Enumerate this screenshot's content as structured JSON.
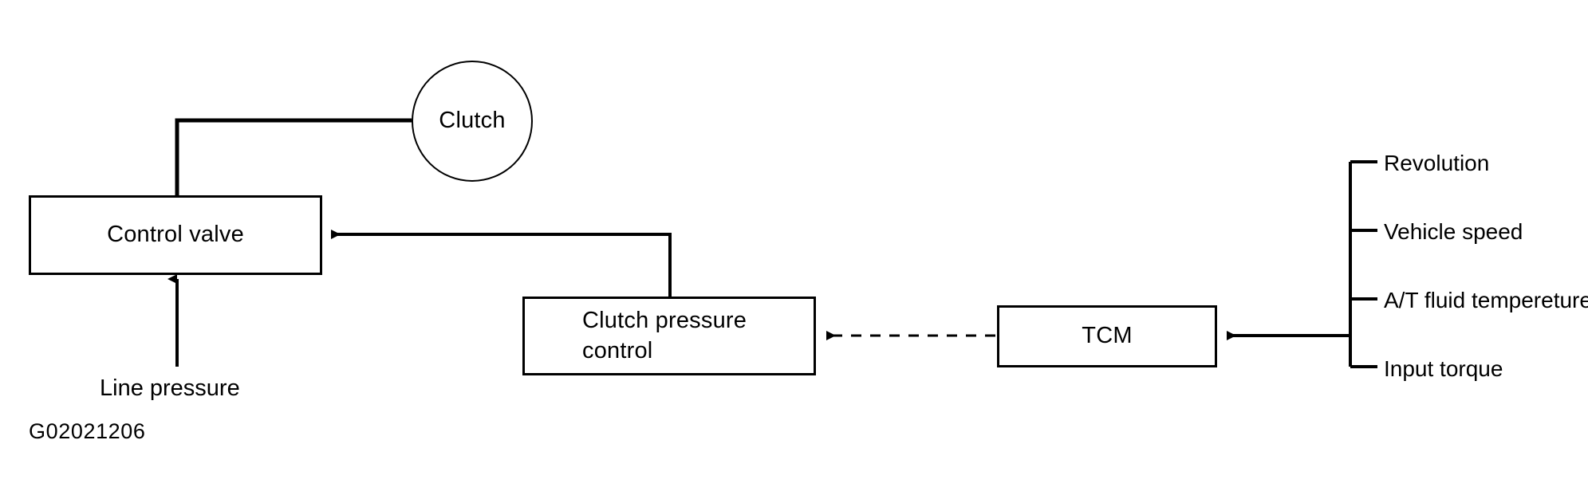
{
  "figure": {
    "code": "G02021206",
    "background_color": "#ffffff",
    "line_color": "#000000"
  },
  "nodes": {
    "control_valve": {
      "label": "Control valve",
      "shape": "rectangle"
    },
    "clutch": {
      "label": "Clutch",
      "shape": "circle"
    },
    "clutch_pressure_control": {
      "label": "Clutch pressure\ncontrol",
      "shape": "rectangle"
    },
    "tcm": {
      "label": "TCM",
      "shape": "rectangle"
    }
  },
  "labels": {
    "line_pressure": "Line pressure"
  },
  "signals": {
    "items": [
      {
        "label": "Revolution"
      },
      {
        "label": "Vehicle speed"
      },
      {
        "label": "A/T fluid tempereture"
      },
      {
        "label": "Input torque"
      }
    ]
  },
  "connections": [
    {
      "from": "clutch",
      "to": "control_valve",
      "style": "solid",
      "arrow": "none"
    },
    {
      "from": "line_pressure",
      "to": "control_valve",
      "style": "solid",
      "arrow": "up"
    },
    {
      "from": "clutch_pressure_control",
      "to": "control_valve",
      "style": "solid",
      "arrow": "left"
    },
    {
      "from": "tcm",
      "to": "clutch_pressure_control",
      "style": "dashed",
      "arrow": "left"
    },
    {
      "from": "signals",
      "to": "tcm",
      "style": "solid",
      "arrow": "left"
    }
  ]
}
